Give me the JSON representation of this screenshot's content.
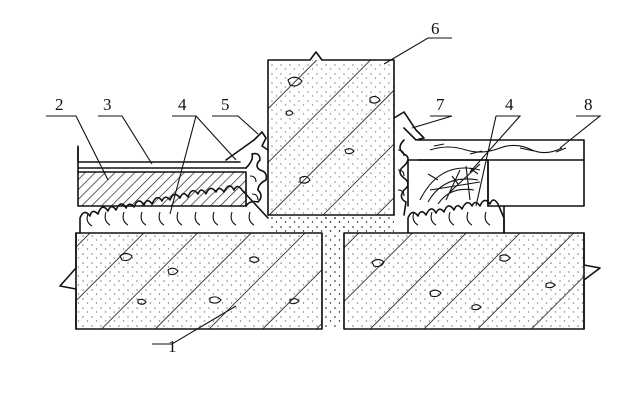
{
  "figure": {
    "labels": [
      {
        "id": "callout-1",
        "text": "1"
      },
      {
        "id": "callout-2",
        "text": "2"
      },
      {
        "id": "callout-3",
        "text": "3"
      },
      {
        "id": "callout-4-left",
        "text": "4"
      },
      {
        "id": "callout-5",
        "text": "5"
      },
      {
        "id": "callout-6",
        "text": "6"
      },
      {
        "id": "callout-7",
        "text": "7"
      },
      {
        "id": "callout-4-right",
        "text": "4"
      },
      {
        "id": "callout-8",
        "text": "8"
      }
    ]
  }
}
